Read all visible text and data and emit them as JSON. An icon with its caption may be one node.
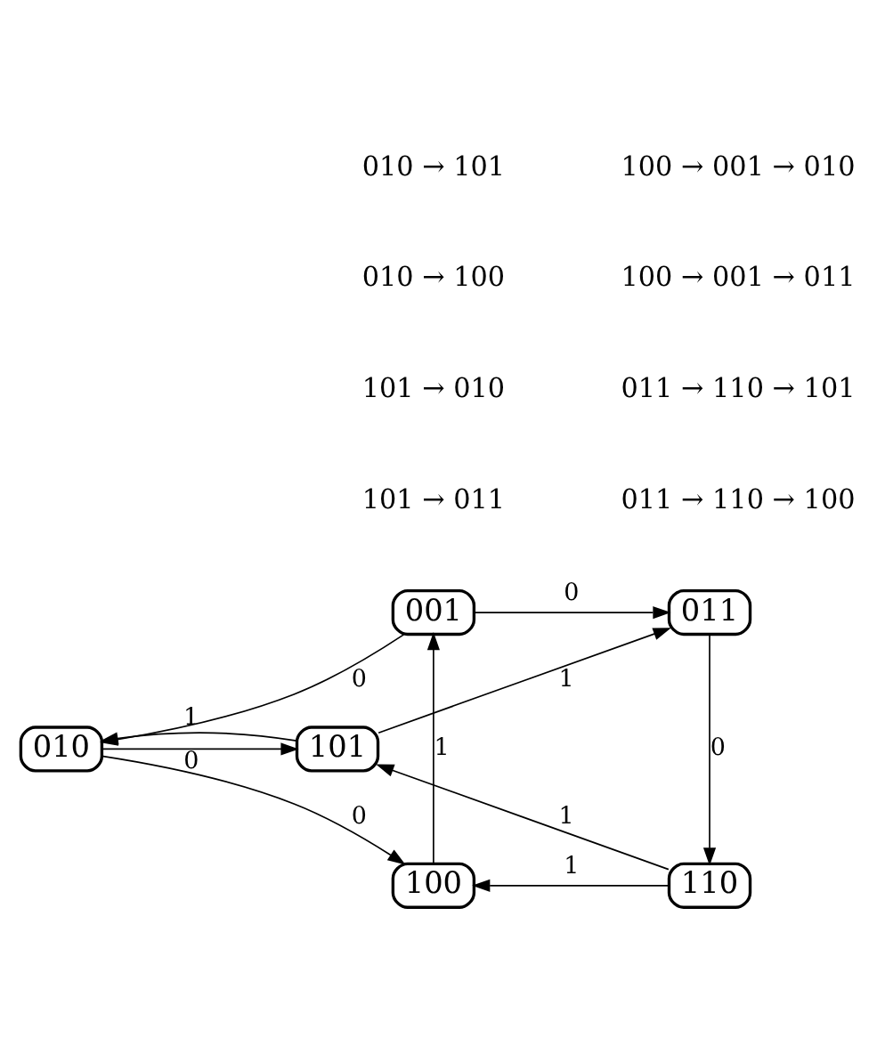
{
  "diagram": {
    "nodes": [
      {
        "text": [
          "001"
        ]
      },
      {
        "text": [
          "011"
        ]
      },
      {
        "text": [
          "010"
        ]
      },
      {
        "text": [
          "101"
        ]
      },
      {
        "text": [
          "100"
        ]
      },
      {
        "text": [
          "110"
        ]
      }
    ],
    "edges": [
      {
        "from": 0,
        "to": 1,
        "arrow": "to",
        "label": "0"
      },
      {
        "from": 0,
        "to": 2,
        "arrow": "to",
        "label": "0"
      },
      {
        "from": 2,
        "to": 3,
        "arrow": "to",
        "label": "0"
      },
      {
        "from": 3,
        "to": 2,
        "arrow": "to",
        "label": "1"
      },
      {
        "from": 3,
        "to": 1,
        "arrow": "to",
        "label": "1"
      },
      {
        "from": 1,
        "to": 5,
        "arrow": "to",
        "label": "0"
      },
      {
        "from": 5,
        "to": 3,
        "arrow": "to",
        "label": "1"
      },
      {
        "from": 2,
        "to": 4,
        "arrow": "to",
        "label": "0"
      },
      {
        "from": 4,
        "to": 0,
        "arrow": "to",
        "label": "1"
      },
      {
        "from": 5,
        "to": 4,
        "arrow": "to",
        "label": "1"
      }
    ],
    "labels": [
      "010 → 101",
      "100 → 001 → 010",
      "010 → 100",
      "100 → 001 → 011",
      "101 → 010",
      "011 → 110 → 101",
      "101 → 011",
      "011 → 110 → 100"
    ]
  }
}
